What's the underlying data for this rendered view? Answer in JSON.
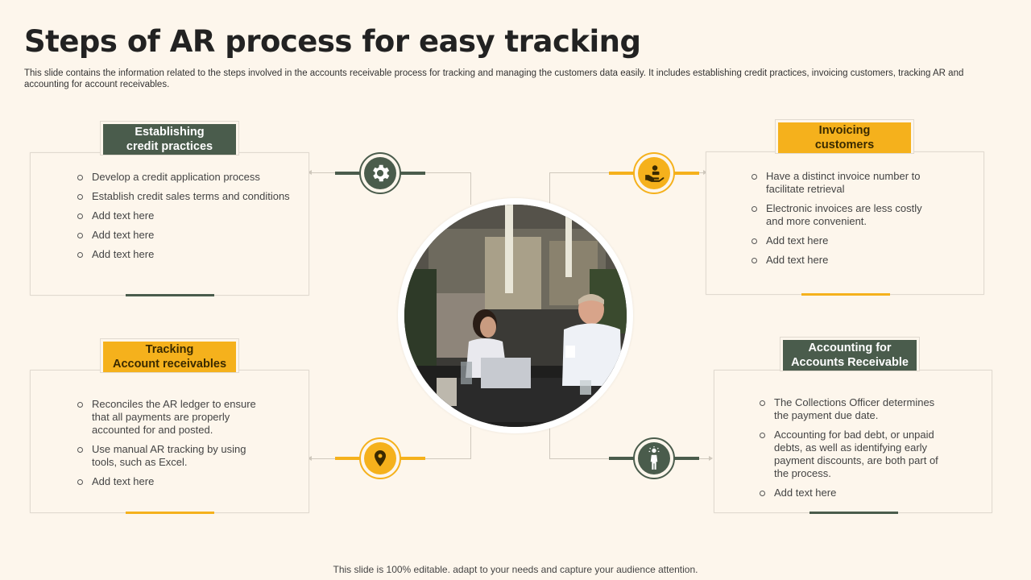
{
  "title": "Steps of AR process for easy tracking",
  "subtitle": "This slide contains the information related to the steps involved in the accounts receivable process for tracking  and managing the customers data easily. It includes establishing credit practices, invoicing customers, tracking AR and accounting for account receivables.",
  "colors": {
    "green": "#4a5c4c",
    "yellow": "#f5b11c",
    "background": "#fdf6ec"
  },
  "steps": [
    {
      "heading": "Establishing\ncredit practices",
      "icon": "gear-icon",
      "items": [
        "Develop  a credit application process",
        "Establish credit sales terms and conditions",
        "Add text here",
        "Add text here",
        "Add text here"
      ]
    },
    {
      "heading": "Invoicing\ncustomers",
      "icon": "hand-money-icon",
      "items": [
        "Have  a distinct invoice  number to facilitate retrieval",
        "Electronic invoices  are less costly and more convenient.",
        "Add text here",
        "Add text here"
      ]
    },
    {
      "heading": "Tracking\nAccount receivables",
      "icon": "location-pin-icon",
      "items": [
        "Reconciles the AR ledger to ensure that all payments are properly accounted for and posted.",
        "Use manual AR tracking by using tools, such as Excel.",
        "Add text here"
      ]
    },
    {
      "heading": "Accounting for\nAccounts Receivable",
      "icon": "person-idea-icon",
      "items": [
        "The Collections Officer determines the payment due date.",
        "Accounting for bad debt, or unpaid debts, as well as identifying early payment discounts, are both part of the process.",
        "Add text here"
      ]
    }
  ],
  "footer": "This slide is 100% editable. adapt to your needs and capture your audience attention."
}
